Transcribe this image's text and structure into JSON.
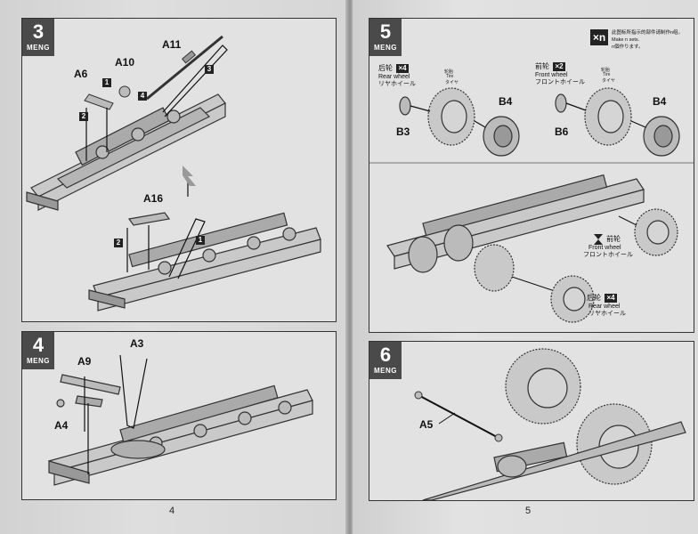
{
  "brand": "MENG",
  "left_page": {
    "page_number": "4",
    "step3": {
      "number": "3",
      "part_a11": "A11",
      "part_a10": "A10",
      "part_a6": "A6",
      "part_a16": "A16",
      "seq_top": [
        "1",
        "2",
        "3",
        "4"
      ],
      "seq_bottom": [
        "1",
        "2"
      ]
    },
    "step4": {
      "number": "4",
      "part_a3": "A3",
      "part_a9": "A9",
      "part_a4": "A4"
    }
  },
  "right_page": {
    "page_number": "5",
    "step5": {
      "number": "5",
      "note_icon": "×n",
      "note_cn": "此图标所指示的部件请制作n组。",
      "note_en": "Make n sets.",
      "note_jp": "n個作ります。",
      "rear_wheel_cn": "后轮",
      "rear_wheel_count": "×4",
      "rear_wheel_en": "Rear wheel",
      "rear_wheel_jp": "リヤホイール",
      "front_wheel_cn": "前轮",
      "front_wheel_count": "×2",
      "front_wheel_en": "Front wheel",
      "front_wheel_jp": "フロントホイール",
      "tire_cn": "轮胎",
      "tire_en": "Tire",
      "tire_jp": "タイヤ",
      "part_b3": "B3",
      "part_b4": "B4",
      "part_b6": "B6",
      "front_wheel_cn_2": "前轮",
      "front_wheel_en_2": "Front wheel",
      "front_wheel_jp_2": "フロントホイール",
      "rear_wheel_cn_2": "后轮",
      "rear_wheel_count_2": "×4",
      "rear_wheel_en_2": "Rear wheel",
      "rear_wheel_jp_2": "リヤホイール"
    },
    "step6": {
      "number": "6",
      "part_a5": "A5"
    }
  }
}
